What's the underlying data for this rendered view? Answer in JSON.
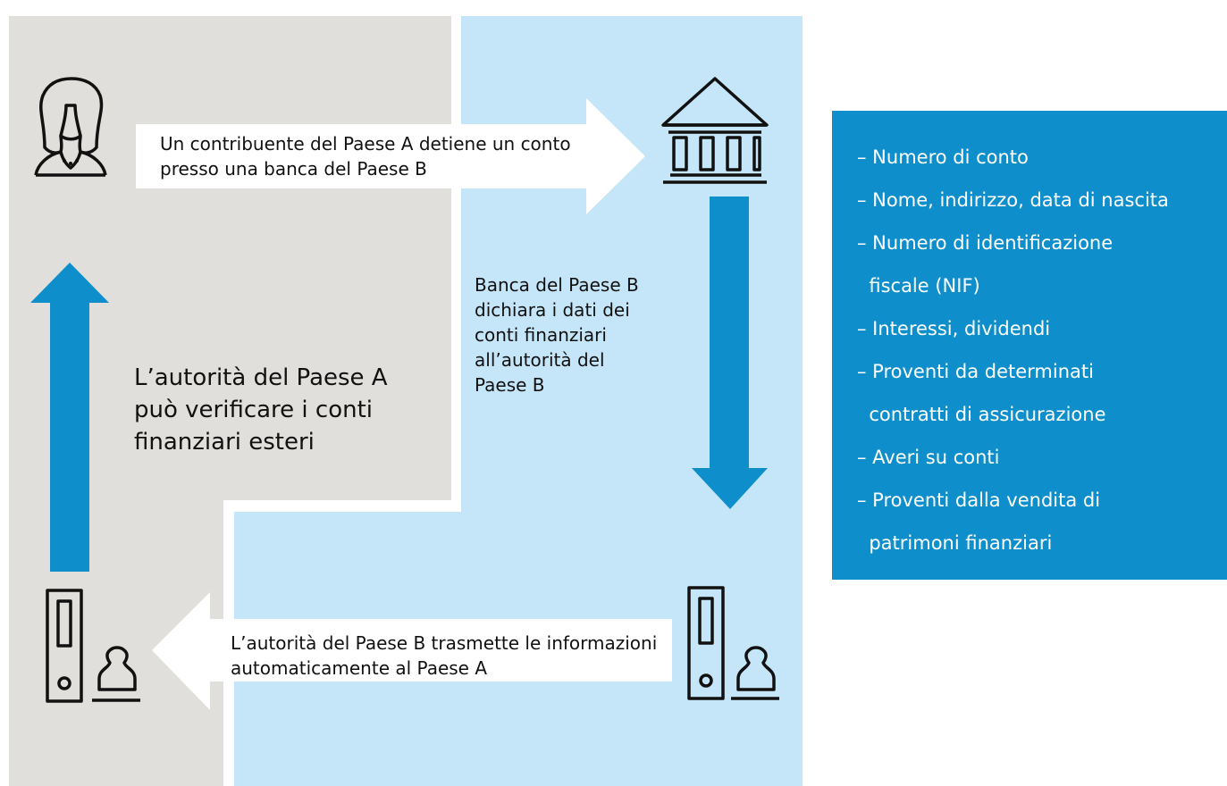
{
  "colors": {
    "gray_panel": "#e0dfdb",
    "blue_panel": "#c5e5f8",
    "arrow_blue": "#0e8fcb",
    "info_box": "#0e8fcb"
  },
  "icons": {
    "taxpayer": "person-icon",
    "bank": "bank-building-icon",
    "authority_b": "file-binder-stamp-icon",
    "authority_a": "file-binder-stamp-icon"
  },
  "flow": {
    "taxpayer_label": "Un contribuente del Paese A detiene un conto presso una banca del Paese B",
    "bank_report_label": "Banca del Paese B dichiara i dati dei conti finanziari all’autorità del Paese B",
    "transmit_label": "L’autorità del Paese B trasmette le informazioni automaticamente al Paese A",
    "verify_label": "L’autorità del Paese A può verificare i conti finanziari esteri"
  },
  "info_list": [
    "– Numero di conto",
    "– Nome, indirizzo, data di nascita",
    "– Numero di identificazione",
    "  fiscale (NIF)",
    "– Interessi, dividendi",
    "– Proventi da determinati",
    "  contratti di assicurazione",
    "– Averi su conti",
    "– Proventi dalla vendita di",
    "  patrimoni finanziari"
  ]
}
